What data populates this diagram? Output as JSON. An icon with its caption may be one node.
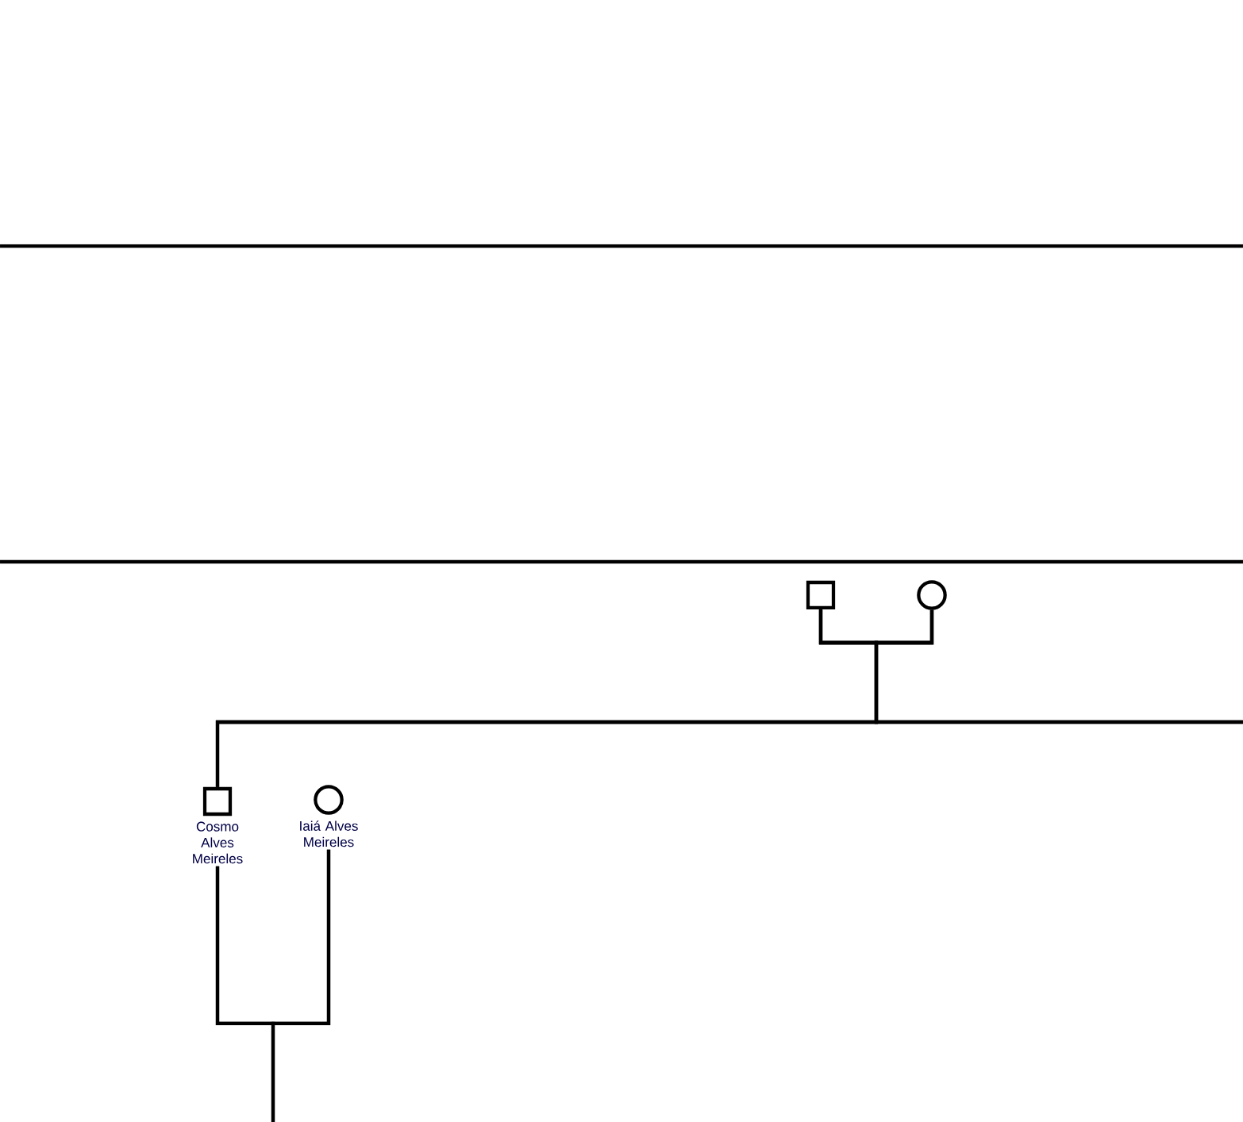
{
  "diagram": {
    "nodes": [
      {
        "text": [],
        "shape": "box"
      },
      {
        "text": [],
        "shape": "circle"
      },
      {
        "text": [],
        "shape": "box",
        "beside": [
          "Cosmo Alves Meireles"
        ]
      },
      {
        "text": [],
        "shape": "circle",
        "beside": [
          "Iaiá Alves Meireles"
        ]
      }
    ],
    "edges": [
      {
        "from": 0,
        "to": 1,
        "arrow": "none"
      },
      {
        "from": 0,
        "to": 2,
        "arrow": "none"
      },
      {
        "from": 1,
        "to": 2,
        "arrow": "none"
      },
      {
        "from": 0,
        "to": null,
        "arrow": "none"
      },
      {
        "from": 1,
        "to": null,
        "arrow": "none"
      },
      {
        "from": 2,
        "to": 3,
        "arrow": "none"
      },
      {
        "from": 2,
        "to": null,
        "arrow": "none"
      },
      {
        "from": 3,
        "to": null,
        "arrow": "none"
      }
    ]
  }
}
